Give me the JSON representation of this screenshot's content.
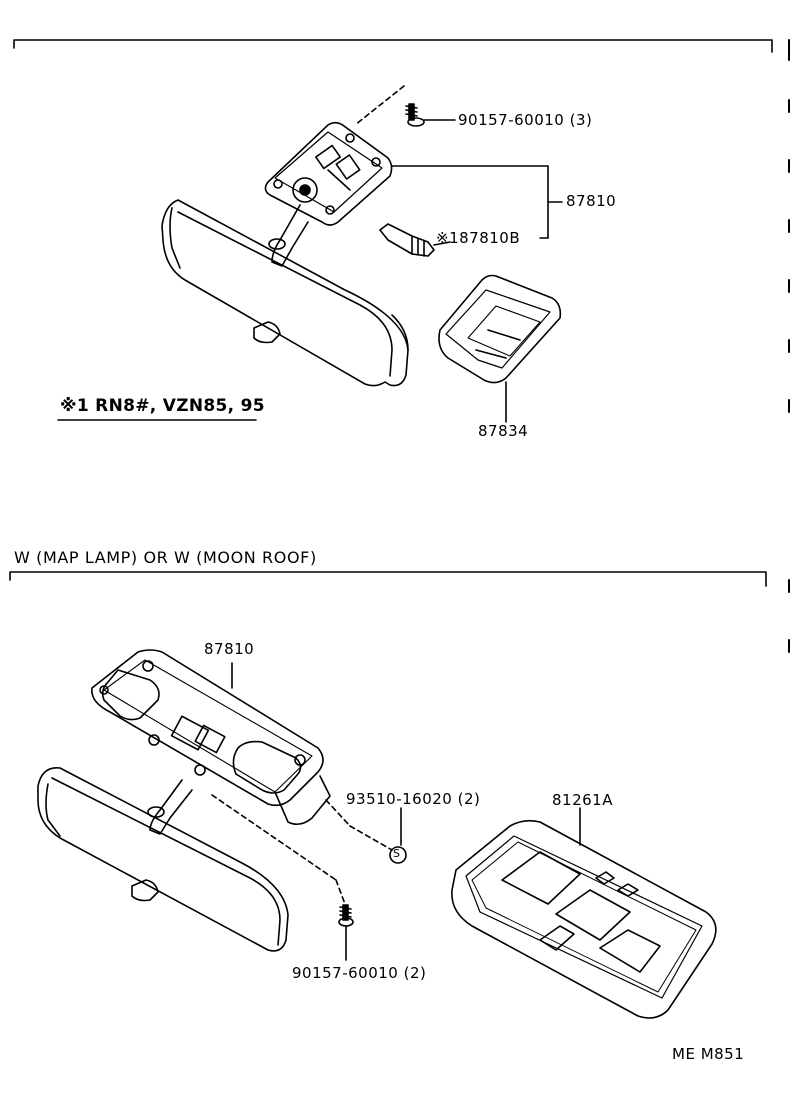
{
  "top": {
    "parts": {
      "screw": "90157-60010 (3)",
      "lamp_assy": "87810",
      "bulb": "※187810B",
      "cover": "87834"
    },
    "note": "※1 RN8#, VZN85, 95"
  },
  "bottom": {
    "section_title": "W (MAP  LAMP) OR  W (MOON  ROOF)",
    "parts": {
      "lamp_assy": "87810",
      "clip": "93510-16020 (2)",
      "clip_symbol": "S",
      "housing": "81261A",
      "screw": "90157-60010 (2)"
    }
  },
  "footer": {
    "code": "ME  M851"
  }
}
